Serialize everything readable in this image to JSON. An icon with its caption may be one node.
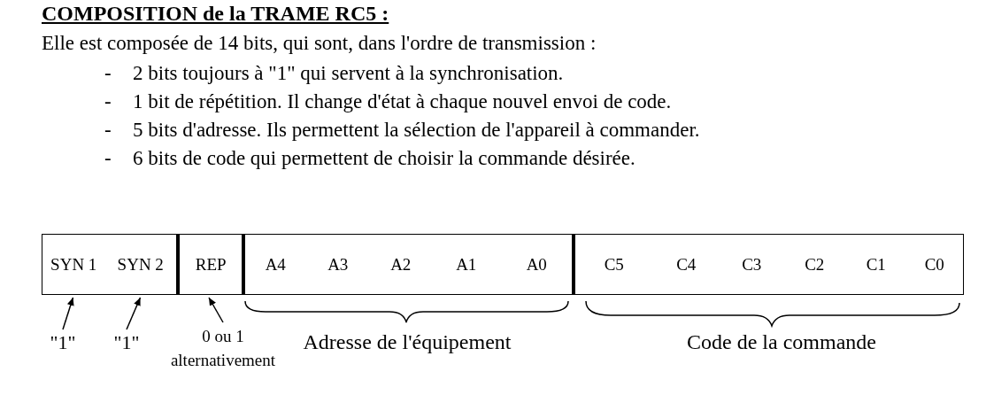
{
  "diagram": {
    "title": "COMPOSITION de la TRAME RC5 :",
    "nodes": [
      {
        "text": [
          "SYN 1"
        ]
      },
      {
        "text": [
          "SYN 2"
        ]
      },
      {
        "text": [
          "REP"
        ]
      },
      {
        "text": [
          "A4"
        ]
      },
      {
        "text": [
          "A3"
        ]
      },
      {
        "text": [
          "A2"
        ]
      },
      {
        "text": [
          "A1"
        ]
      },
      {
        "text": [
          "A0"
        ]
      },
      {
        "text": [
          "C5"
        ]
      },
      {
        "text": [
          "C4"
        ]
      },
      {
        "text": [
          "C3"
        ]
      },
      {
        "text": [
          "C2"
        ]
      },
      {
        "text": [
          "C1"
        ]
      },
      {
        "text": [
          "C0"
        ]
      },
      {
        "text": [
          "\"1\""
        ]
      },
      {
        "text": [
          "\"1\""
        ]
      },
      {
        "text": [
          "0 ou 1 alternativement"
        ]
      }
    ],
    "edges": [
      {
        "from": 14,
        "to": 0,
        "arrow": "to"
      },
      {
        "from": 15,
        "to": 1,
        "arrow": "to"
      },
      {
        "from": 16,
        "to": 2,
        "arrow": "to"
      }
    ],
    "labels": [
      "Elle est composée de 14 bits, qui sont, dans l'ordre de transmission :",
      "-",
      "2 bits toujours à \"1\" qui servent à la synchronisation.",
      "-",
      "1 bit de répétition. Il change d'état à chaque nouvel envoi de code.",
      "-",
      "5 bits d'adresse. Ils permettent la sélection de l'appareil à commander.",
      "-",
      "6 bits de code qui permettent de choisir la commande désirée.",
      "Adresse de l'équipement",
      "Code de la commande"
    ]
  }
}
